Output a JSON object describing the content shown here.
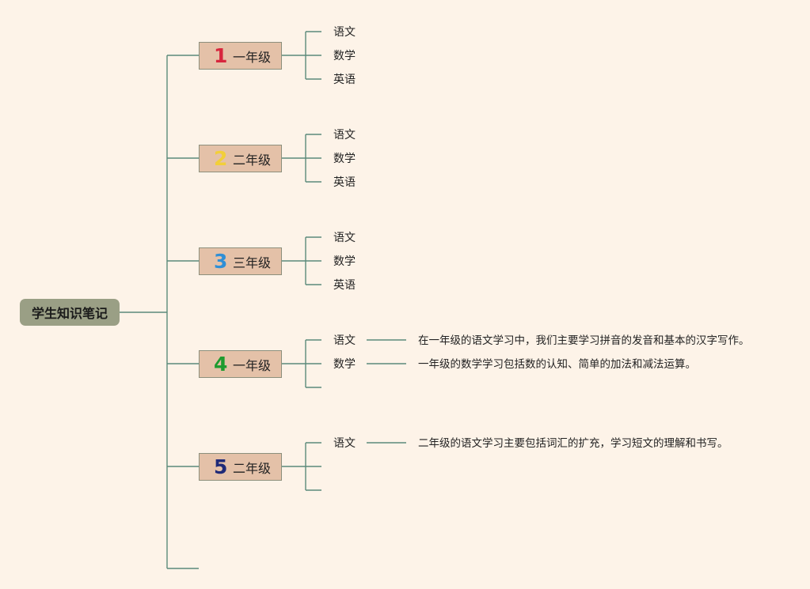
{
  "root": {
    "label": "学生知识笔记"
  },
  "grades": [
    {
      "number": "1",
      "number_color": "#d7263d",
      "name": "一年级",
      "subjects": [
        "语文",
        "数学",
        "英语"
      ]
    },
    {
      "number": "2",
      "number_color": "#f2cf3a",
      "name": "二年级",
      "subjects": [
        "语文",
        "数学",
        "英语"
      ]
    },
    {
      "number": "3",
      "number_color": "#2f8fd6",
      "name": "三年级",
      "subjects": [
        "语文",
        "数学",
        "英语"
      ]
    },
    {
      "number": "4",
      "number_color": "#1e9b2f",
      "name": "一年级",
      "subjects": [
        "语文",
        "数学",
        ""
      ]
    },
    {
      "number": "5",
      "number_color": "#1f2a78",
      "name": "二年级",
      "subjects": [
        "语文",
        "",
        ""
      ]
    }
  ],
  "notes": [
    {
      "grade_index": 3,
      "subject_index": 0,
      "text": "在一年级的语文学习中，我们主要学习拼音的发音和基本的汉字写作。"
    },
    {
      "grade_index": 3,
      "subject_index": 1,
      "text": "一年级的数学学习包括数的认知、简单的加法和减法运算。"
    },
    {
      "grade_index": 4,
      "subject_index": 0,
      "text": "二年级的语文学习主要包括词汇的扩充，学习短文的理解和书写。"
    }
  ],
  "line_color": "#5b8a7a"
}
